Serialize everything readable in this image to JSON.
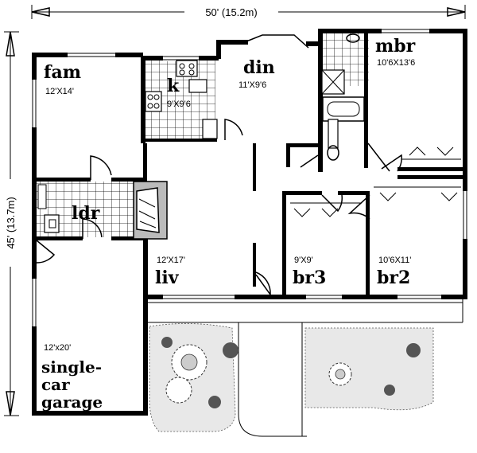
{
  "overall": {
    "width_label": "50' (15.2m)",
    "depth_label": "45' (13.7m)"
  },
  "rooms": {
    "fam": {
      "name": "fam",
      "size": "12'X14'"
    },
    "kitchen": {
      "name": "k",
      "size": "9'X9'6"
    },
    "din": {
      "name": "din",
      "size": "11'X9'6"
    },
    "mbr": {
      "name": "mbr",
      "size": "10'6X13'6"
    },
    "ldr": {
      "name": "ldr"
    },
    "liv": {
      "name": "liv",
      "size": "12'X17'"
    },
    "br3": {
      "name": "br3",
      "size": "9'X9'"
    },
    "br2": {
      "name": "br2",
      "size": "10'6X11'"
    },
    "garage": {
      "name_line1": "single-",
      "name_line2": "car",
      "name_line3": "garage",
      "size": "12'x20'"
    }
  }
}
